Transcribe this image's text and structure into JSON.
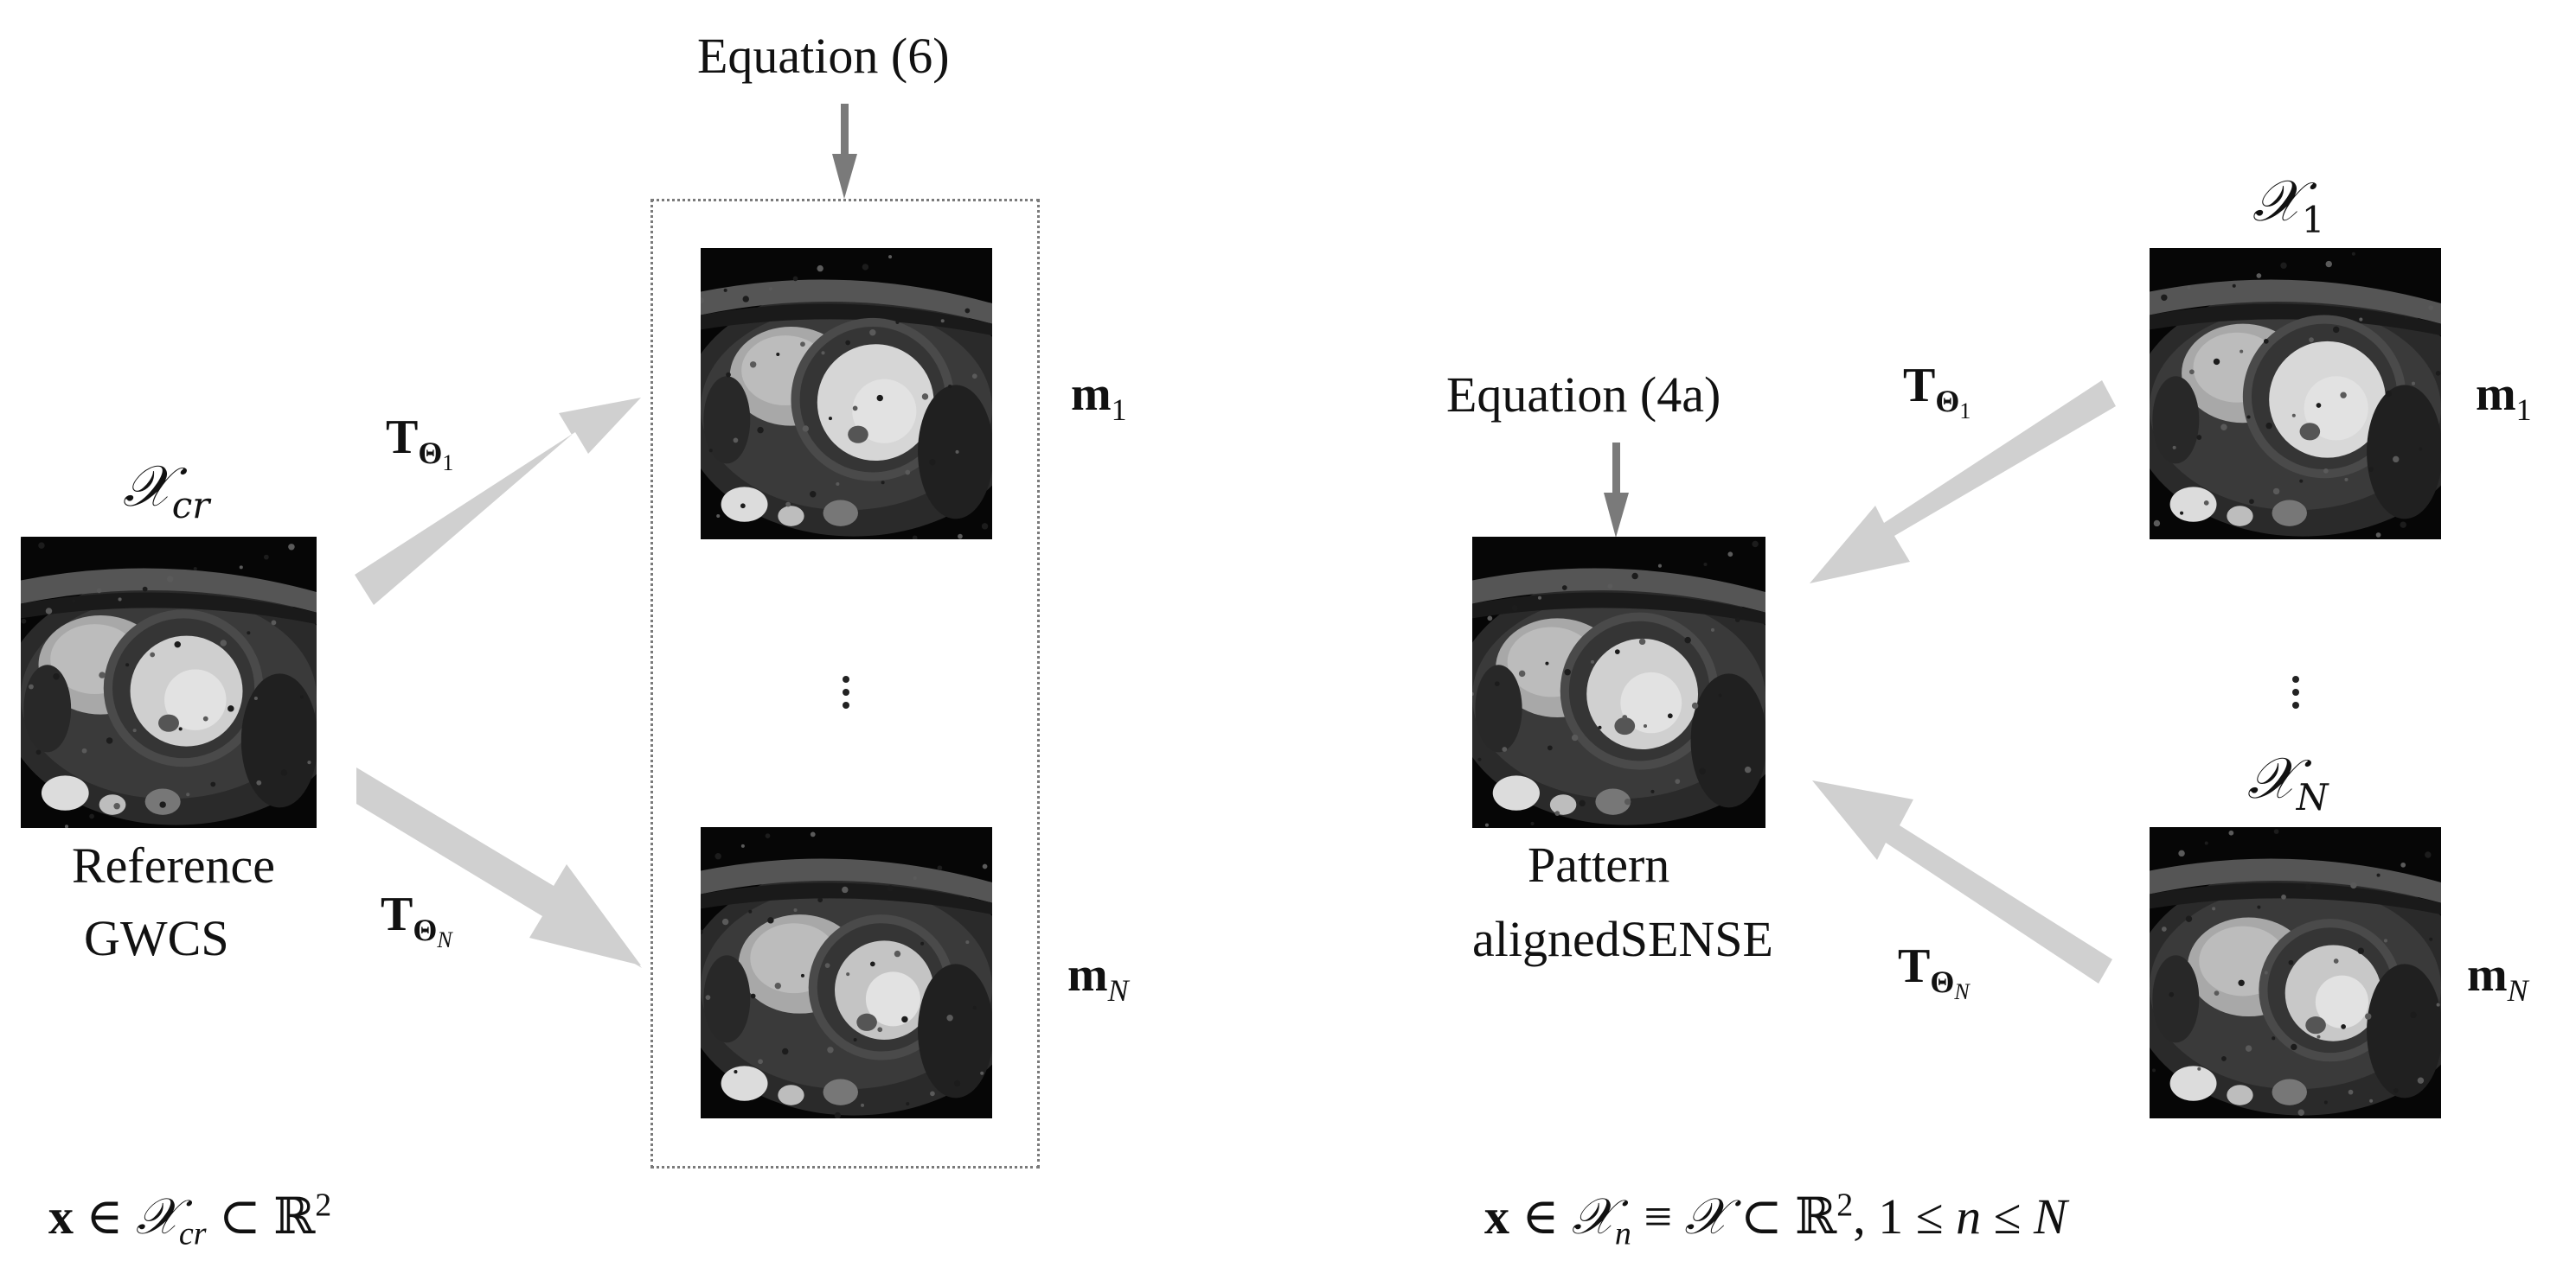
{
  "left": {
    "equation_label": "Equation (6)",
    "reference_set": {
      "symbol": "𝒳",
      "subscript": "cr"
    },
    "reference_caption_line1": "Reference",
    "reference_caption_line2": "GWCS",
    "transform_top": {
      "symbol": "T",
      "subscript": "Θ",
      "subsub": "1"
    },
    "transform_bottom": {
      "symbol": "T",
      "subscript": "Θ",
      "subsub": "N"
    },
    "output_top": {
      "symbol": "m",
      "subscript": "1"
    },
    "output_bottom": {
      "symbol": "m",
      "subscript": "N"
    },
    "domain_formula": {
      "x": "x",
      "in": "∈",
      "set": "𝒳",
      "set_sub": "cr",
      "subset": "⊂",
      "R": "ℝ",
      "pow": "2"
    }
  },
  "right": {
    "equation_label": "Equation (4a)",
    "input_top_set": {
      "symbol": "𝒳",
      "subscript": "1"
    },
    "input_bottom_set": {
      "symbol": "𝒳",
      "subscript": "N"
    },
    "transform_top": {
      "symbol": "T",
      "subscript": "Θ",
      "subsub": "1"
    },
    "transform_bottom": {
      "symbol": "T",
      "subscript": "Θ",
      "subsub": "N"
    },
    "input_top": {
      "symbol": "m",
      "subscript": "1"
    },
    "input_bottom": {
      "symbol": "m",
      "subscript": "N"
    },
    "result_caption_line1": "Pattern",
    "result_caption_line2": "alignedSENSE",
    "domain_formula": {
      "x": "x",
      "in": "∈",
      "set": "𝒳",
      "set_sub": "n",
      "equiv": "≡",
      "set2": "𝒳",
      "subset": "⊂",
      "R": "ℝ",
      "pow": "2",
      "rest": ", 1 ≤ ",
      "n": "n",
      "le": " ≤ ",
      "N": "N"
    }
  },
  "colors": {
    "arrow_light": "#d0d0d0",
    "arrow_dark": "#7a7a7a",
    "dashed_box": "#7a7a7a",
    "image_bg": "#050505"
  },
  "icons": [
    "cardiac-mri-image"
  ]
}
